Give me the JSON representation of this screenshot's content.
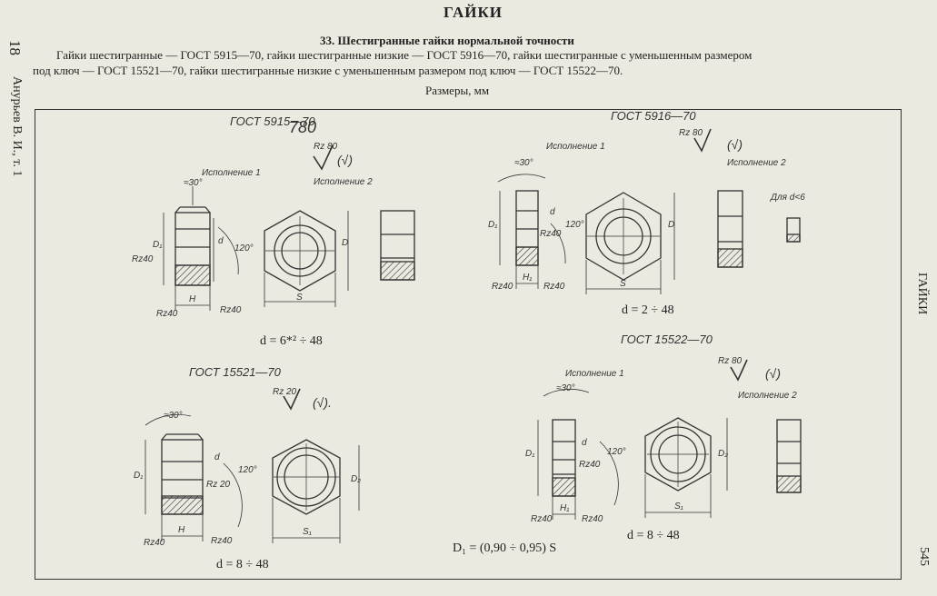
{
  "page": {
    "section_title": "ГАЙКИ",
    "table_title": "33. Шестигранные гайки нормальной точности",
    "intro_line1": "Гайки шестигранные — ГОСТ 5915—70, гайки шестигранные низкие — ГОСТ 5916—70, гайки шестигранные с уменьшенным размером",
    "intro_line2": "под ключ — ГОСТ 15521—70, гайки шестигранные низкие с уменьшенным размером под ключ — ГОСТ 15522—70.",
    "units": "Размеры, мм",
    "left_margin_page_num": "18",
    "left_margin_author": "Анурьев В. И., т. 1",
    "right_margin_title": "ГАЙКИ",
    "page_number": "545",
    "handwritten_note": "780"
  },
  "figures": {
    "g5915": {
      "gost": "ГОСТ 5915—70",
      "ver1": "Исполнение 1",
      "ver2": "Исполнение 2",
      "angle": "≈30°",
      "angle120": "120°",
      "rz80": "Rz 80",
      "check": "(√)",
      "D1": "D₁",
      "d": "d",
      "D": "D",
      "S": "S",
      "H": "H",
      "rz40": "Rz40",
      "range": "d = 6*² ÷ 48"
    },
    "g5916": {
      "gost": "ГОСТ 5916—70",
      "ver1": "Исполнение 1",
      "ver2": "Исполнение 2",
      "for_small": "Для d<6",
      "angle": "≈30°",
      "angle120": "120°",
      "rz80": "Rz 80",
      "check": "(√)",
      "D1": "D₁",
      "d": "d",
      "D": "D",
      "S": "S",
      "H1": "H₁",
      "rz40": "Rz40",
      "range": "d = 2 ÷ 48"
    },
    "g15521": {
      "gost": "ГОСТ 15521—70",
      "angle": "≈30°",
      "angle120": "120°",
      "rz20": "Rz 20",
      "check": "(√).",
      "D1": "D₁",
      "d": "d",
      "D2": "D₂",
      "S1": "S₁",
      "H": "H",
      "rz40": "Rz40",
      "range": "d = 8 ÷ 48"
    },
    "g15522": {
      "gost": "ГОСТ 15522—70",
      "ver1": "Исполнение 1",
      "ver2": "Исполнение 2",
      "angle": "≈30°",
      "angle120": "120°",
      "rz80": "Rz 80",
      "check": "(√)",
      "D1": "D₁",
      "d": "d",
      "D2": "D₂",
      "S1": "S₁",
      "H1": "H₁",
      "rz40": "Rz40",
      "range": "d = 8 ÷ 48"
    },
    "formula": "D₁ = (0,90 ÷ 0,95) S"
  }
}
